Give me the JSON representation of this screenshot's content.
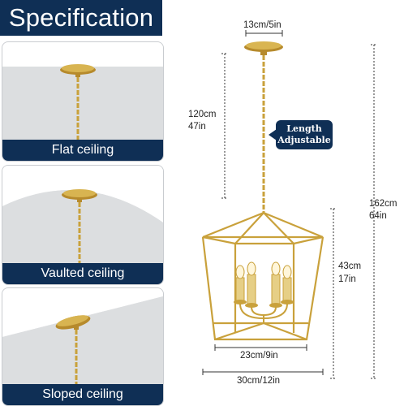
{
  "title": "Specification",
  "panels": [
    {
      "label": "Flat ceiling"
    },
    {
      "label": "Vaulted ceiling"
    },
    {
      "label": "Sloped ceiling"
    }
  ],
  "dimensions": {
    "canopy_width": "13cm/5in",
    "chain_length_cm": "120cm",
    "chain_length_in": "47in",
    "total_height_cm": "162cm",
    "total_height_in": "64in",
    "body_height_cm": "43cm",
    "body_height_in": "17in",
    "bottom_width": "23cm/9in",
    "top_width": "30cm/12in"
  },
  "badge": {
    "line1": "Length",
    "line2": "Adjustable"
  },
  "colors": {
    "navy": "#0f2f55",
    "gold": "#c9a13b",
    "ceiling_gray": "#dfe1e3"
  }
}
